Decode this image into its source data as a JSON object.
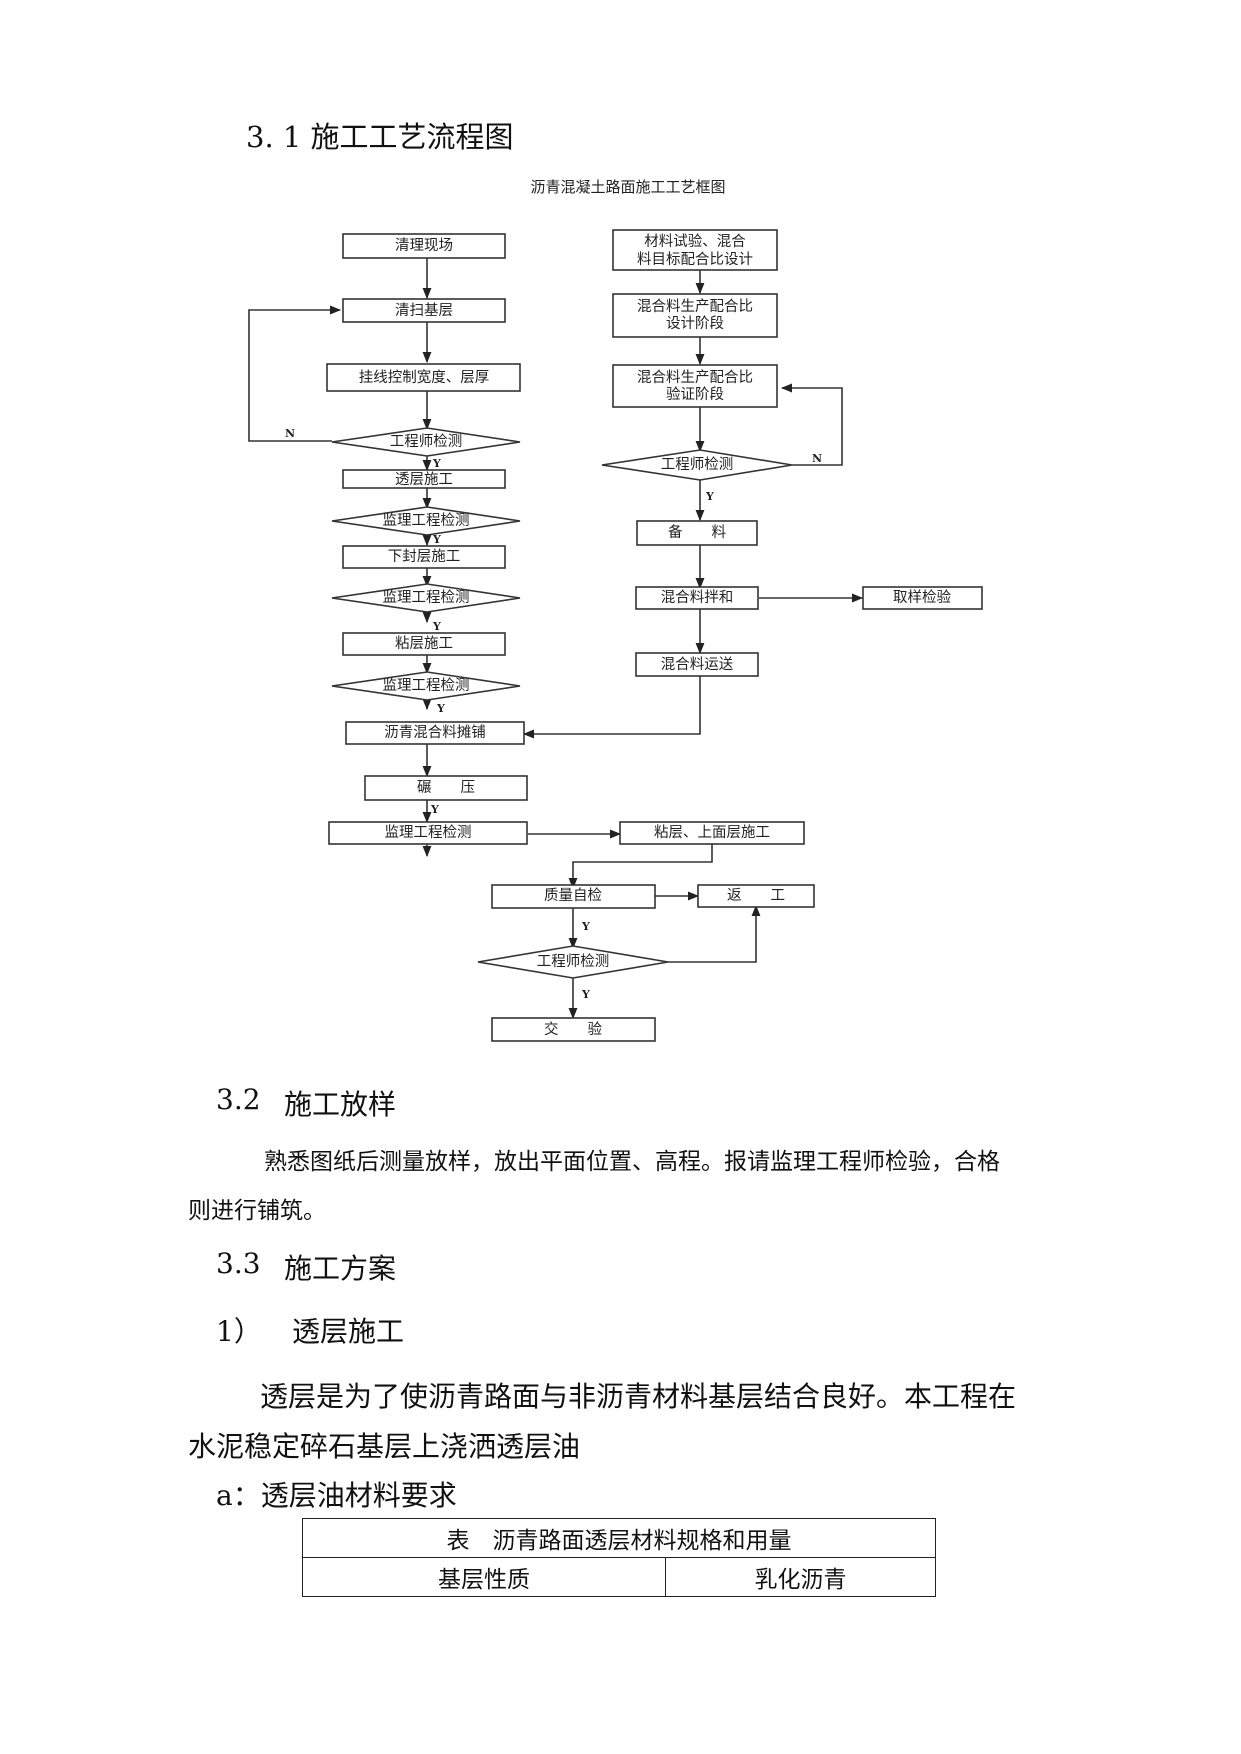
{
  "headings": {
    "s3_1": "3. 1  施工工艺流程图",
    "s3_2_num": "3.2",
    "s3_2_title": "施工放样",
    "s3_3_num": "3.3",
    "s3_3_title": "施工方案",
    "item1_num": "1）",
    "item1_title": "透层施工"
  },
  "flowchart": {
    "title": "沥青混凝土路面施工工艺框图",
    "left": {
      "clear_site": "清理现场",
      "sweep_base": "清扫基层",
      "hang_line": "挂线控制宽度、层厚",
      "eng_check_1": "工程师检测",
      "prime_coat": "透层施工",
      "sup_check_1": "监理工程检测",
      "lower_seal": "下封层施工",
      "sup_check_2": "监理工程检测",
      "tack_coat": "粘层施工",
      "sup_check_3": "监理工程检测",
      "asphalt_paving": "沥青混合料摊铺",
      "rolling": "碾　　压",
      "sup_check_4": "监理工程检测"
    },
    "right": {
      "material_test_l1": "材料试验、混合",
      "material_test_l2": "料目标配合比设计",
      "prod_design_l1": "混合料生产配合比",
      "prod_design_l2": "设计阶段",
      "prod_verify_l1": "混合料生产配合比",
      "prod_verify_l2": "验证阶段",
      "eng_check_2": "工程师检测",
      "stock": "备　　料",
      "mixing": "混合料拌和",
      "sampling": "取样检验",
      "transport": "混合料运送"
    },
    "bottom": {
      "tack_upper": "粘层、上面层施工",
      "self_check": "质量自检",
      "rework": "返　　工",
      "eng_check_3": "工程师检测",
      "handover": "交　　验"
    },
    "labels": {
      "yes": "Y",
      "no": "N"
    }
  },
  "paragraphs": {
    "p1_l1": "熟悉图纸后测量放样，放出平面位置、高程。报请监理工程师检验，合格",
    "p1_l2": "则进行铺筑。",
    "p2_l1": "透层是为了使沥青路面与非沥青材料基层结合良好。本工程在",
    "p2_l2": "水泥稳定碎石基层上浇洒透层油",
    "sub_a": "a：透层油材料要求"
  },
  "table": {
    "caption": "表　沥青路面透层材料规格和用量",
    "col1": "基层性质",
    "col2": "乳化沥青"
  }
}
